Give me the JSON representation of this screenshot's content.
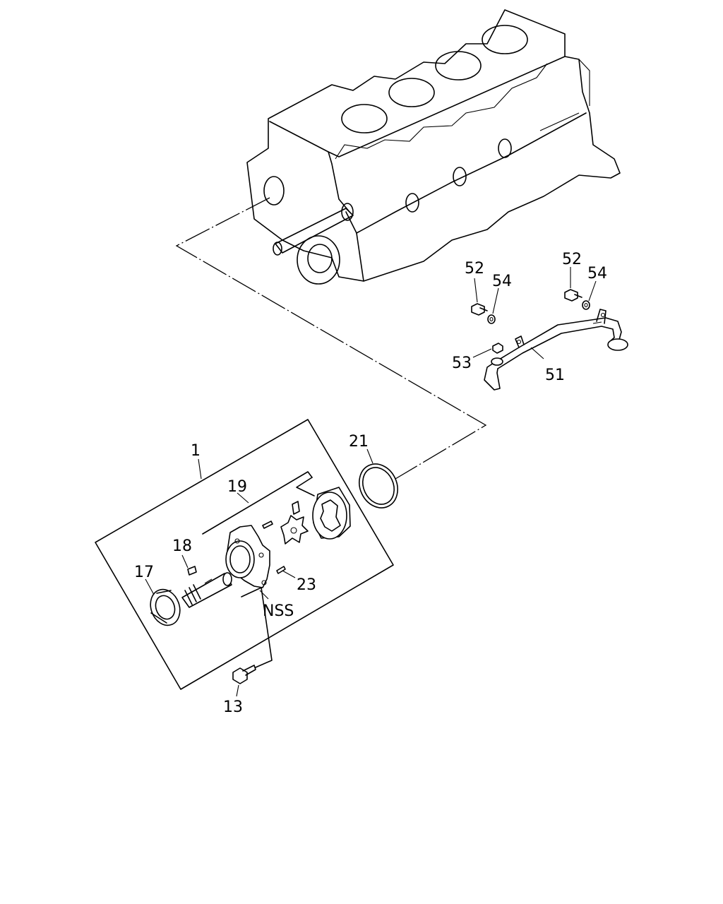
{
  "labels": {
    "p1": "1",
    "p13": "13",
    "p17": "17",
    "p18": "18",
    "p19": "19",
    "p21": "21",
    "p23": "23",
    "p51": "51",
    "p52a": "52",
    "p52b": "52",
    "p53": "53",
    "p54a": "54",
    "p54b": "54",
    "nss": "NSS"
  },
  "colors": {
    "line": "#000000",
    "background": "#ffffff"
  }
}
